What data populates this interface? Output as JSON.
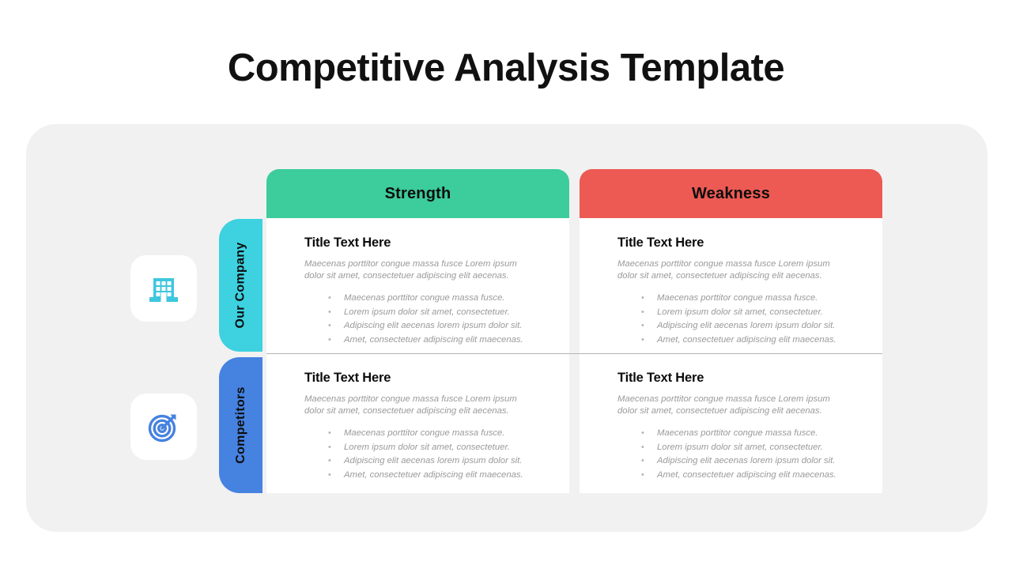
{
  "slide": {
    "title": "Competitive Analysis Template",
    "panel_bg": "#f1f1f1",
    "background": "#ffffff"
  },
  "columns": [
    {
      "id": "strength",
      "label": "Strength",
      "color": "#3dcc9c"
    },
    {
      "id": "weakness",
      "label": "Weakness",
      "color": "#ec5a53"
    }
  ],
  "rows": [
    {
      "id": "our-company",
      "label": "Our Company",
      "color": "#3ed1e0",
      "icon": "building-icon",
      "icon_color": "#3ec7de"
    },
    {
      "id": "competitors",
      "label": "Competitors",
      "color": "#4682e0",
      "icon": "target-icon",
      "icon_color": "#4682e0"
    }
  ],
  "cells": {
    "r1c1": {
      "title": "Title Text Here",
      "description": "Maecenas porttitor congue massa fusce Lorem ipsum dolor sit amet, consectetuer adipiscing elit aecenas.",
      "bullets": [
        "Maecenas porttitor congue massa fusce.",
        "Lorem ipsum dolor sit amet, consectetuer.",
        "Adipiscing elit aecenas lorem ipsum dolor sit.",
        "Amet, consectetuer adipiscing elit maecenas."
      ]
    },
    "r1c2": {
      "title": "Title Text Here",
      "description": "Maecenas porttitor congue massa fusce Lorem ipsum dolor sit amet, consectetuer adipiscing elit aecenas.",
      "bullets": [
        "Maecenas porttitor congue massa fusce.",
        "Lorem ipsum dolor sit amet, consectetuer.",
        "Adipiscing elit aecenas lorem ipsum dolor sit.",
        "Amet, consectetuer adipiscing elit maecenas."
      ]
    },
    "r2c1": {
      "title": "Title Text Here",
      "description": "Maecenas porttitor congue massa fusce Lorem ipsum dolor sit amet, consectetuer adipiscing elit aecenas.",
      "bullets": [
        "Maecenas porttitor congue massa fusce.",
        "Lorem ipsum dolor sit amet, consectetuer.",
        "Adipiscing elit aecenas lorem ipsum dolor sit.",
        "Amet, consectetuer adipiscing elit maecenas."
      ]
    },
    "r2c2": {
      "title": "Title Text Here",
      "description": "Maecenas porttitor congue massa fusce Lorem ipsum dolor sit amet, consectetuer adipiscing elit aecenas.",
      "bullets": [
        "Maecenas porttitor congue massa fusce.",
        "Lorem ipsum dolor sit amet, consectetuer.",
        "Adipiscing elit aecenas lorem ipsum dolor sit.",
        "Amet, consectetuer adipiscing elit maecenas."
      ]
    }
  },
  "bullet_glyph": "•"
}
